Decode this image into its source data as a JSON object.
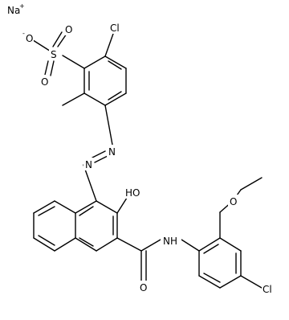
{
  "structure": {
    "counter_ion": {
      "symbol": "Na",
      "charge": "+"
    },
    "sulfonate": {
      "oxygen_minus": "O",
      "charge": "-",
      "sulfur": "S",
      "oxygen_top": "O",
      "oxygen_bottom": "O"
    },
    "atoms": {
      "cl_top": "Cl",
      "azo_n1": "N",
      "azo_n2": "N",
      "hydroxyl": "HO",
      "amide_nh": "NH",
      "amide_o": "O",
      "ether_o": "O",
      "cl_bottom": "Cl"
    }
  }
}
